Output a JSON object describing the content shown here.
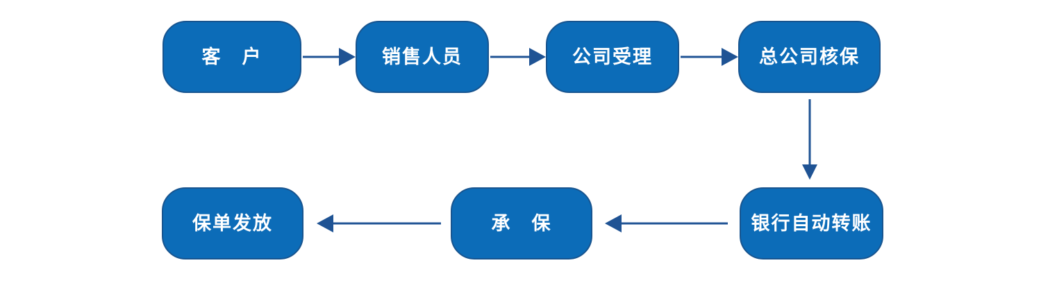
{
  "flow": {
    "description": "Insurance policy process flowchart",
    "colors": {
      "node_fill": "#0C6CB8",
      "node_border": "#17548F",
      "arrow": "#1F5394",
      "text": "#FFFFFF",
      "background": "#FFFFFF"
    },
    "nodes": [
      {
        "id": "customer",
        "label": "客　户"
      },
      {
        "id": "sales-staff",
        "label": "销售人员"
      },
      {
        "id": "company-acceptance",
        "label": "公司受理"
      },
      {
        "id": "head-office-underwriting",
        "label": "总公司核保"
      },
      {
        "id": "bank-auto-transfer",
        "label": "银行自动转账"
      },
      {
        "id": "underwrite",
        "label": "承　保"
      },
      {
        "id": "policy-issuance",
        "label": "保单发放"
      }
    ],
    "edges": [
      {
        "from": "customer",
        "to": "sales-staff",
        "direction": "right"
      },
      {
        "from": "sales-staff",
        "to": "company-acceptance",
        "direction": "right"
      },
      {
        "from": "company-acceptance",
        "to": "head-office-underwriting",
        "direction": "right"
      },
      {
        "from": "head-office-underwriting",
        "to": "bank-auto-transfer",
        "direction": "down"
      },
      {
        "from": "bank-auto-transfer",
        "to": "underwrite",
        "direction": "left"
      },
      {
        "from": "underwrite",
        "to": "policy-issuance",
        "direction": "left"
      }
    ]
  }
}
